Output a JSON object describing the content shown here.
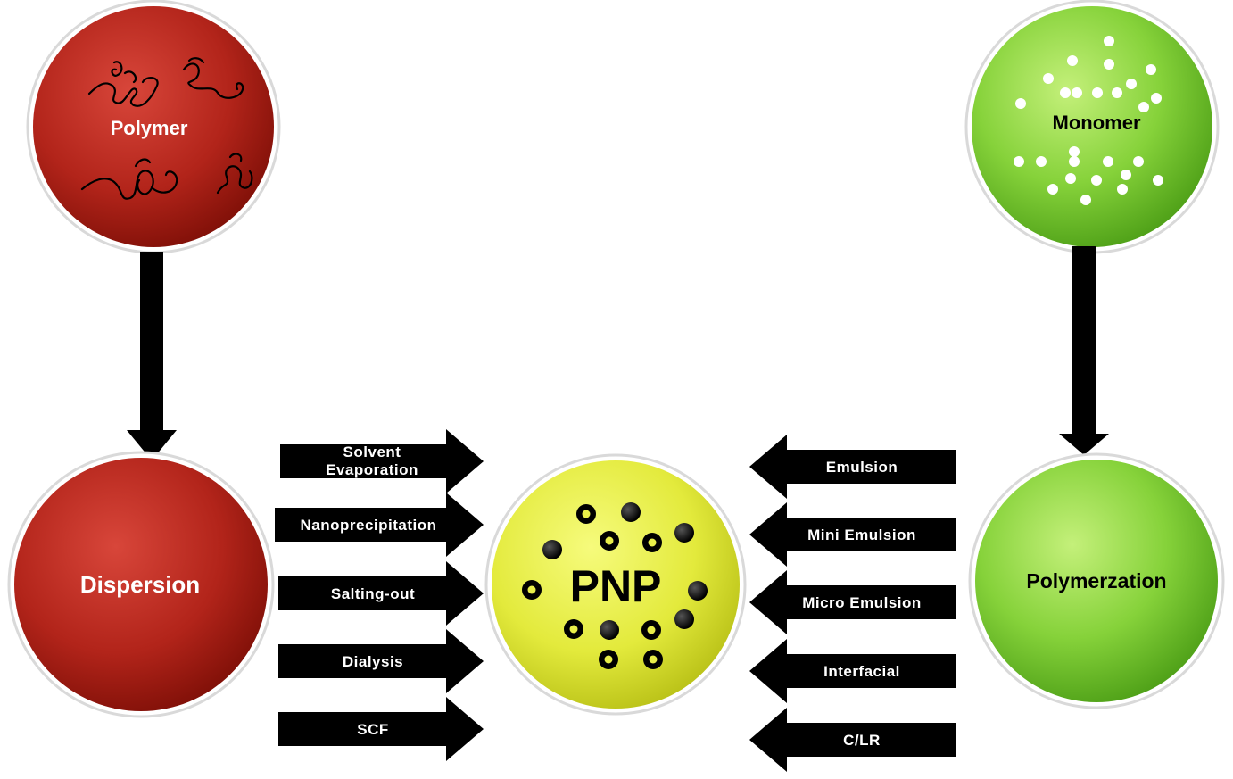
{
  "nodes": {
    "polymer": "Polymer",
    "monomer": "Monomer",
    "dispersion": "Dispersion",
    "polymerization": "Polymerzation",
    "pnp": "PNP"
  },
  "dispersion_methods": [
    {
      "line1": "Solvent",
      "line2": "Evaporation"
    },
    {
      "line1": "Nanoprecipitation",
      "line2": ""
    },
    {
      "line1": "Salting-out",
      "line2": ""
    },
    {
      "line1": "Dialysis",
      "line2": ""
    },
    {
      "line1": "SCF",
      "line2": ""
    }
  ],
  "polymerization_methods": [
    "Emulsion",
    "Mini Emulsion",
    "Micro Emulsion",
    "Interfacial",
    "C/LR"
  ],
  "colors": {
    "red_light": "#cf3a2e",
    "red_dark": "#8a1208",
    "green_light": "#b8ec6a",
    "green_dark": "#4fa518",
    "yellow_light": "#f4fa6a",
    "yellow_dark": "#c9d21e",
    "arrow": "#000000"
  }
}
